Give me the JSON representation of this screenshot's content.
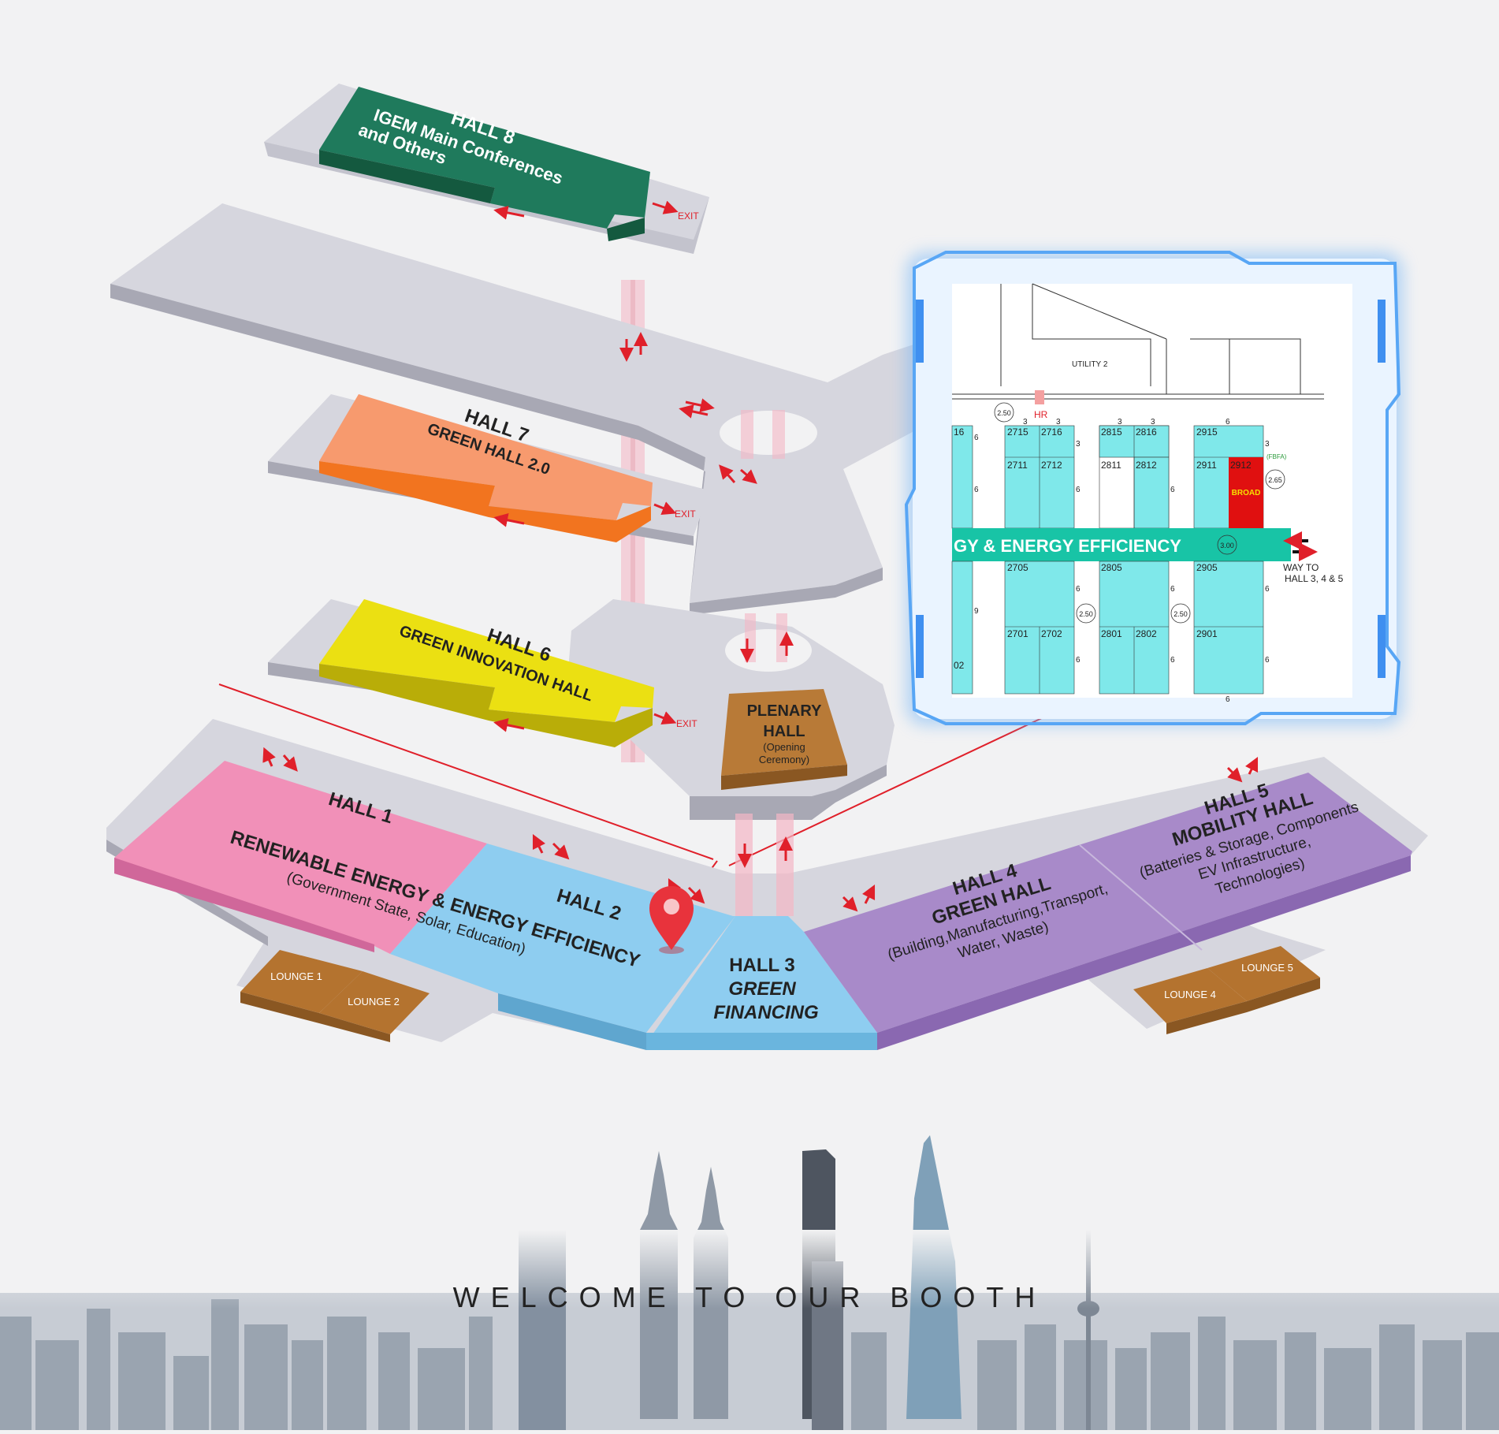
{
  "colors": {
    "background": "#f2f2f3",
    "floor": "#d6d6de",
    "hall8": "#1f7a5c",
    "hall7": "#f79a6e",
    "hall6": "#ebe012",
    "hall1": "#f190b8",
    "hall2": "#8ecdf0",
    "hall45": "#a88ac9",
    "lounge": "#b4732f",
    "plenary": "#b87a37",
    "arrow": "#e0202a",
    "booth_cyan": "#7fe8ea",
    "booth_highlight": "#e01010",
    "aisle_banner": "#18c4a6"
  },
  "halls": {
    "hall8": {
      "title": "HALL 8",
      "line1": "IGEM Main Conferences",
      "line2": "and Others"
    },
    "hall7": {
      "title": "HALL 7",
      "line1": "GREEN HALL 2.0"
    },
    "hall6": {
      "title": "HALL 6",
      "line1": "GREEN INNOVATION HALL"
    },
    "plenary": {
      "line1": "PLENARY",
      "line2": "HALL",
      "line3": "(Opening",
      "line4": "Ceremony)"
    },
    "hall1": {
      "title": "HALL 1",
      "line1": "RENEWABLE ENERGY & ENERGY EFFICIENCY",
      "line2": "(Government State, Solar, Education)"
    },
    "hall2": {
      "title": "HALL 2"
    },
    "hall3": {
      "title": "HALL 3",
      "line1": "GREEN",
      "line2": "FINANCING"
    },
    "hall4": {
      "title": "HALL 4",
      "line1": "GREEN HALL",
      "line2": "(Building,Manufacturing,Transport,",
      "line3": "Water, Waste)"
    },
    "hall5": {
      "title": "HALL 5",
      "line1": "MOBILITY HALL",
      "line2": "(Batteries & Storage, Components",
      "line3": "EV Infrastructure,",
      "line4": "Technologies)"
    }
  },
  "lounges": [
    "LOUNGE 1",
    "LOUNGE 2",
    "LOUNGE 4",
    "LOUNGE 5"
  ],
  "exit_label": "EXIT",
  "detail": {
    "utility": "UTILITY 2",
    "hr": "HR",
    "fbfa": "(FBFA)",
    "banner": "GY & ENERGY EFFICIENCY",
    "way1": "WAY TO",
    "way2": "HALL 3, 4 & 5",
    "booth_label": "BROAD",
    "booths": {
      "b16": "16",
      "b2715": "2715",
      "b2716": "2716",
      "b2815": "2815",
      "b2816": "2816",
      "b2915": "2915",
      "b2711": "2711",
      "b2712": "2712",
      "b2811": "2811",
      "b2812": "2812",
      "b2911": "2911",
      "b2912": "2912",
      "b2705": "2705",
      "b2805": "2805",
      "b2905": "2905",
      "b2701": "2701",
      "b2702": "2702",
      "b2801": "2801",
      "b2802": "2802",
      "b2901": "2901",
      "b02": "02"
    },
    "markers": {
      "m250a": "2.50",
      "m265": "2.65",
      "m300": "3.00",
      "m250b": "2.50",
      "m250c": "2.50"
    },
    "dims": {
      "d3": "3",
      "d6": "6",
      "d9": "9"
    }
  },
  "welcome": "WELCOME TO OUR BOOTH"
}
